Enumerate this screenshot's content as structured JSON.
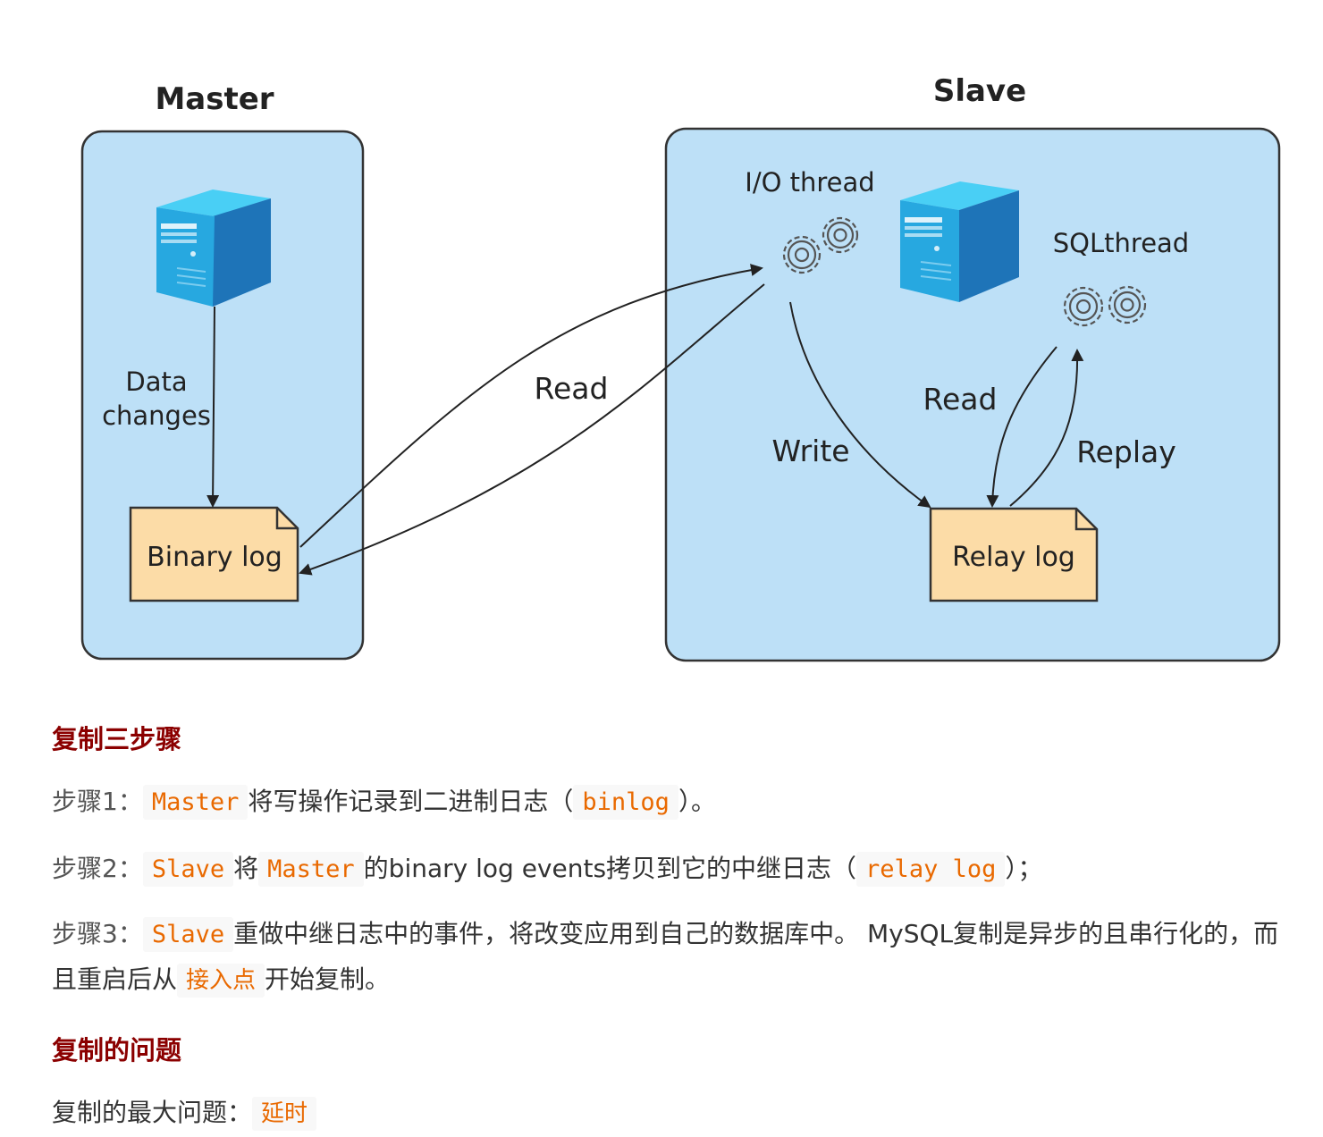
{
  "diagram": {
    "master_title": "Master",
    "slave_title": "Slave",
    "data_changes_line1": "Data",
    "data_changes_line2": "changes",
    "binary_log": "Binary log",
    "relay_log": "Relay log",
    "io_thread": "I/O thread",
    "sql_thread": "SQLthread",
    "read_master": "Read",
    "write": "Write",
    "read_slave": "Read",
    "replay": "Replay",
    "colors": {
      "panel": "#bde0f7",
      "doc": "#fcdca7",
      "server_front": "#27a3dd",
      "server_side": "#1e74b8",
      "server_top": "#3fc8f4"
    }
  },
  "section1": {
    "heading": "复制三步骤",
    "step1": {
      "prefix": "步骤1：",
      "code1": "Master",
      "text1": "将写操作记录到二进制日志（",
      "code2": "binlog",
      "text2": "）。"
    },
    "step2": {
      "prefix": "步骤2：",
      "code1": "Slave",
      "text1": "将",
      "code2": "Master",
      "text2": "的binary log events拷贝到它的中继日志（",
      "code3": "relay log",
      "text3": "）；"
    },
    "step3": {
      "prefix": "步骤3：",
      "code1": "Slave",
      "text1": "重做中继日志中的事件，将改变应用到自己的数据库中。 MySQL复制是异步的且串行化的，而且重启后从",
      "tag": "接入点",
      "text2": "开始复制。"
    }
  },
  "section2": {
    "heading": "复制的问题",
    "line": {
      "prefix": "复制的最大问题：",
      "tag": "延时"
    }
  }
}
